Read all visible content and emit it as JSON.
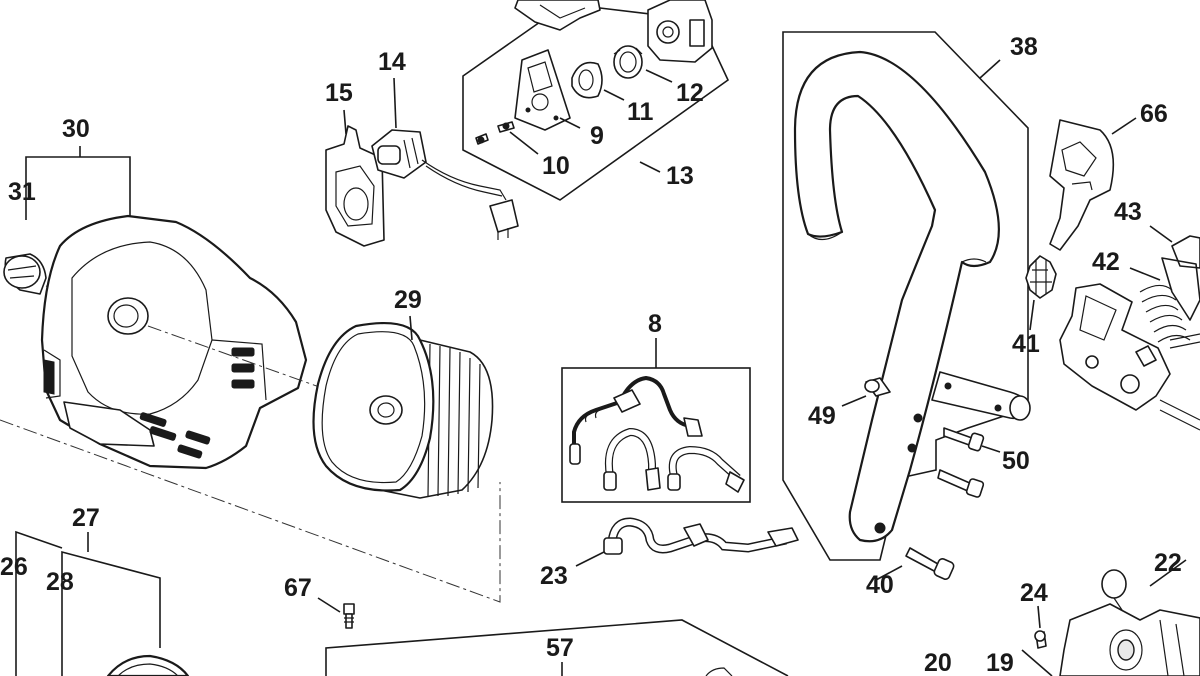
{
  "diagram": {
    "part_numbers": {
      "p38": "38",
      "p66": "66",
      "p43": "43",
      "p42": "42",
      "p41": "41",
      "p14": "14",
      "p15": "15",
      "p12": "12",
      "p11": "11",
      "p9": "9",
      "p10": "10",
      "p13": "13",
      "p30": "30",
      "p31": "31",
      "p29": "29",
      "p8": "8",
      "p49": "49",
      "p50": "50",
      "p40": "40",
      "p23": "23",
      "p22": "22",
      "p24": "24",
      "p20": "20",
      "p19": "19",
      "p27": "27",
      "p26": "26",
      "p28": "28",
      "p67": "67",
      "p57": "57"
    }
  }
}
